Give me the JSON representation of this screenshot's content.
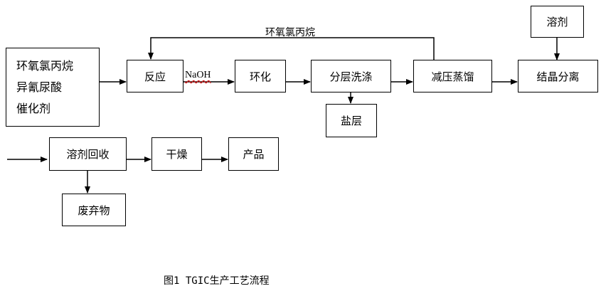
{
  "diagram": {
    "inputs": [
      "环氧氯丙烷",
      "异氰尿酸",
      "催化剂"
    ],
    "nodes": {
      "reaction": "反应",
      "cyclization": "环化",
      "layer_wash": "分层洗涤",
      "vacuum_distill": "减压蒸馏",
      "crystallize": "结晶分离",
      "solvent": "溶剂",
      "salt_layer": "盐层",
      "solvent_recovery": "溶剂回收",
      "drying": "干燥",
      "product": "产品",
      "waste": "废弃物"
    },
    "edge_labels": {
      "naoh": "NaOH",
      "recycle": "环氧氯丙烷"
    },
    "caption": "图1  TGIC生产工艺流程"
  },
  "colors": {
    "line": "#000000",
    "naoh_underline": "#d02020"
  }
}
